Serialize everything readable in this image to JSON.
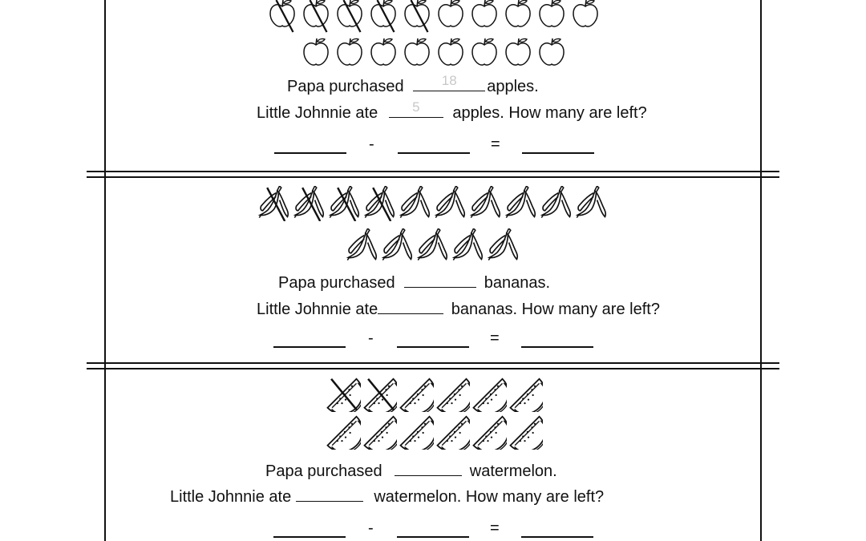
{
  "apples": {
    "icon": "apple-icon",
    "row1_total": 10,
    "row1_crossed": 5,
    "row2_total": 8,
    "line1": {
      "before": "Papa purchased",
      "hint": "18",
      "after": "apples."
    },
    "line2": {
      "before": "Little Johnnie ate",
      "hint": "5",
      "after": "apples. How many are left?"
    }
  },
  "bananas": {
    "icon": "banana-icon",
    "row1_total": 10,
    "row1_crossed": 4,
    "row2_total": 5,
    "line1": {
      "before": "Papa purchased",
      "after": "bananas."
    },
    "line2": {
      "before": "Little Johnnie ate",
      "after": "bananas. How many are left?"
    }
  },
  "watermelons": {
    "icon": "watermelon-slice-icon",
    "row1_total": 6,
    "row1_crossed": 2,
    "row2_total": 6,
    "line1": {
      "before": "Papa purchased",
      "after": "watermelon."
    },
    "line2": {
      "before": "Little Johnnie ate",
      "after": "watermelon. How many are left?"
    }
  },
  "equation": {
    "minus": "-",
    "equals": "="
  }
}
